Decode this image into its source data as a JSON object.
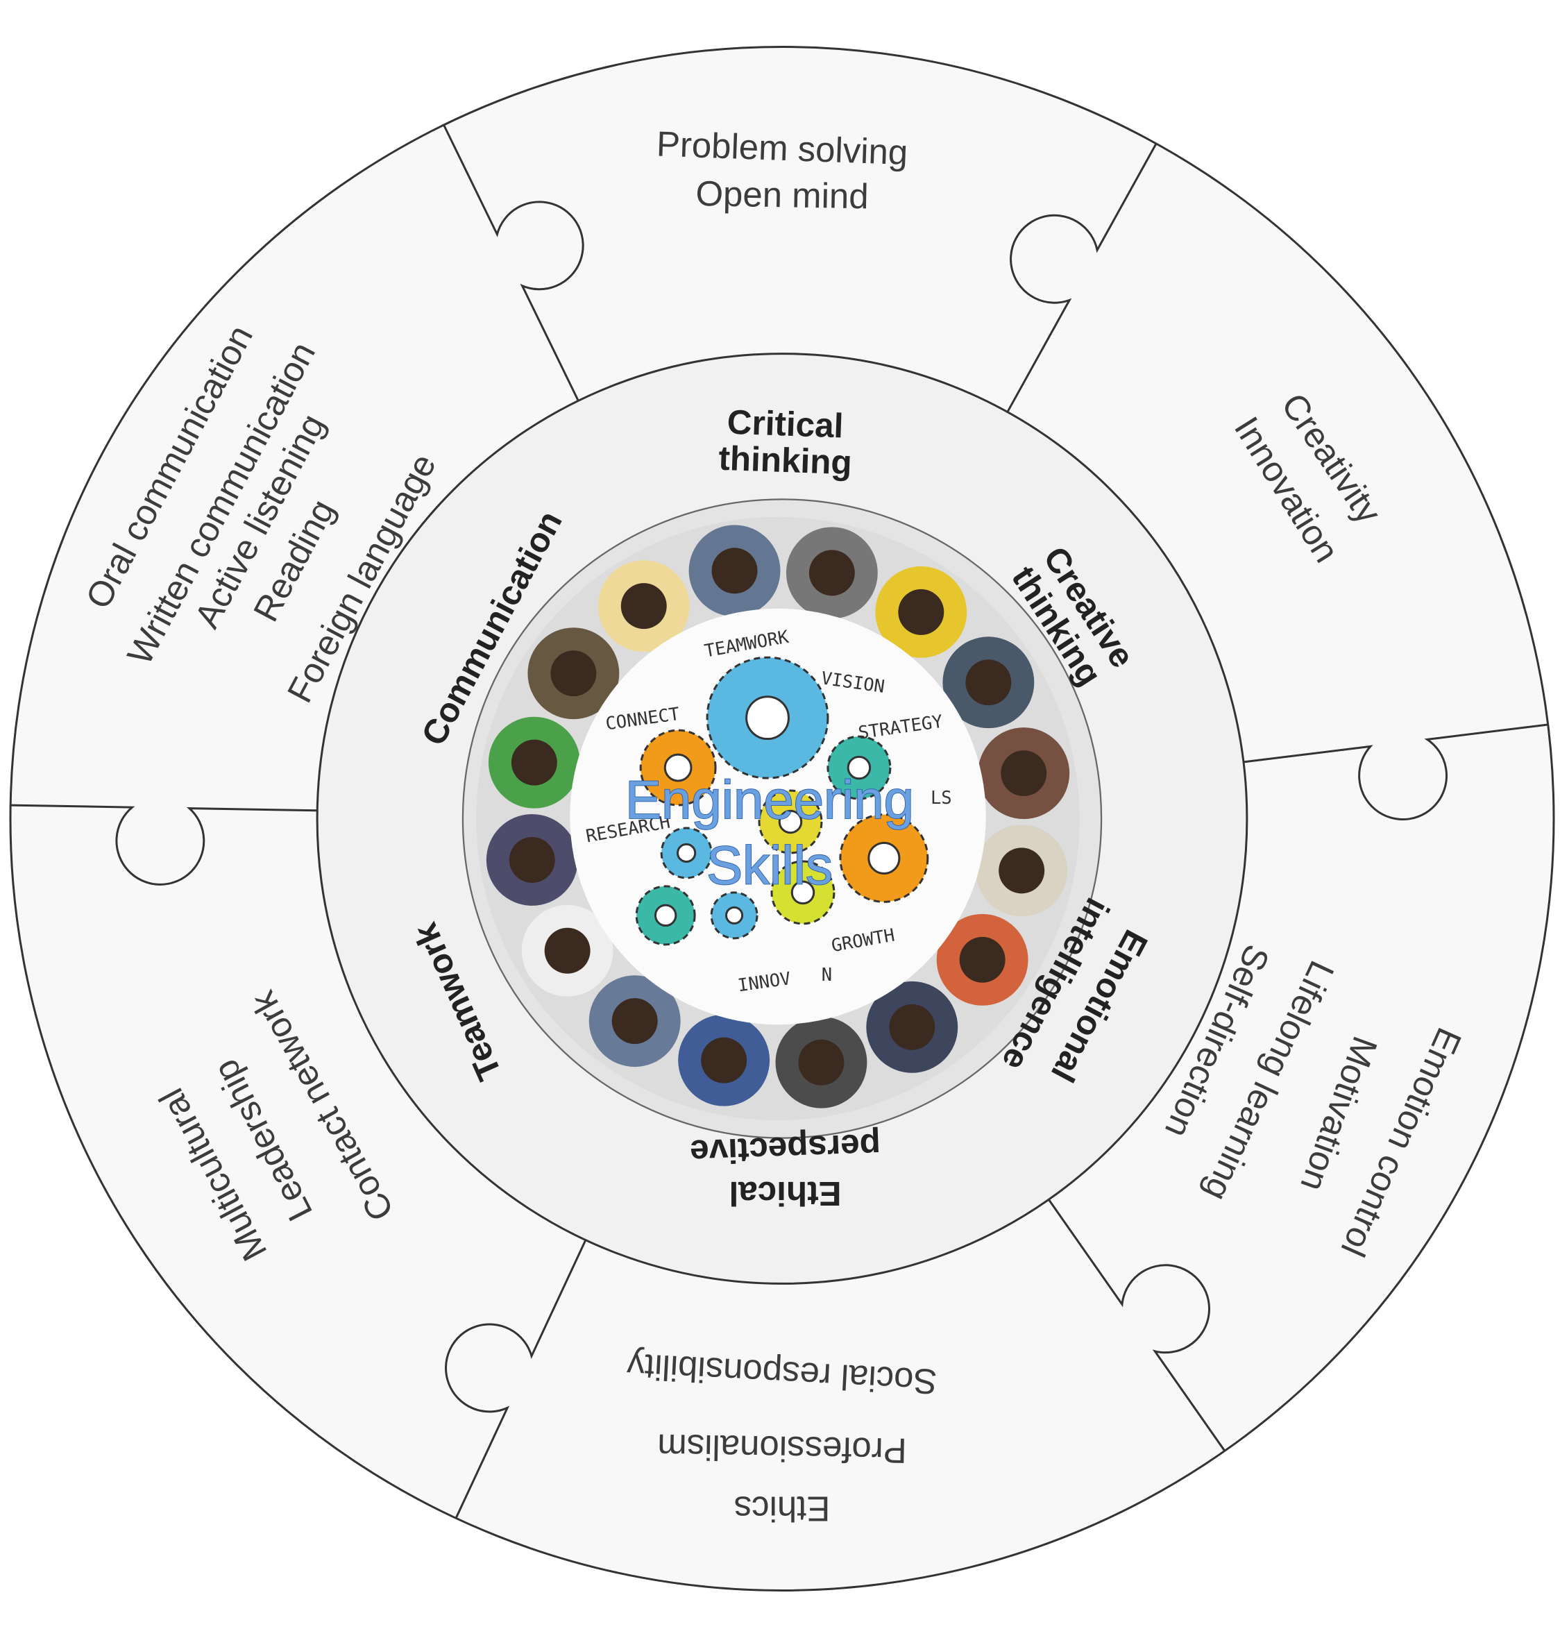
{
  "center": {
    "title_line1": "Engineering",
    "title_line2": "Skills"
  },
  "photo_words": [
    "TEAMWORK",
    "VISION",
    "STRATEGY",
    "CONNECT",
    "RESEARCH",
    "INNOV",
    "N",
    "GROWTH",
    "LS"
  ],
  "inner_labels": {
    "critical": [
      "Critical",
      "thinking"
    ],
    "creative": [
      "Creative",
      "thinking"
    ],
    "emotional": [
      "Emotional",
      "intelligence"
    ],
    "ethical": [
      "Ethical",
      "perspective"
    ],
    "teamwork": [
      "Teamwork"
    ],
    "communication": [
      "Communication"
    ]
  },
  "outer_segments": {
    "problem": [
      "Problem solving",
      "Open mind"
    ],
    "creativity": [
      "Creativity",
      "Innovation"
    ],
    "emotion": [
      "Emotion control",
      "Motivation",
      "Lifelong learning",
      "Self-direction"
    ],
    "ethics": [
      "Social responsibility",
      "Professionalism",
      "Ethics"
    ],
    "team": [
      "Contact network",
      "Leadership",
      "Multicultural"
    ],
    "communication": [
      "Oral communication",
      "Written communication",
      "Active listening",
      "Reading",
      "Foreign language"
    ]
  },
  "colors": {
    "title": "#6aa0e0",
    "ring": "#f4f4f4",
    "stroke": "#333333"
  }
}
